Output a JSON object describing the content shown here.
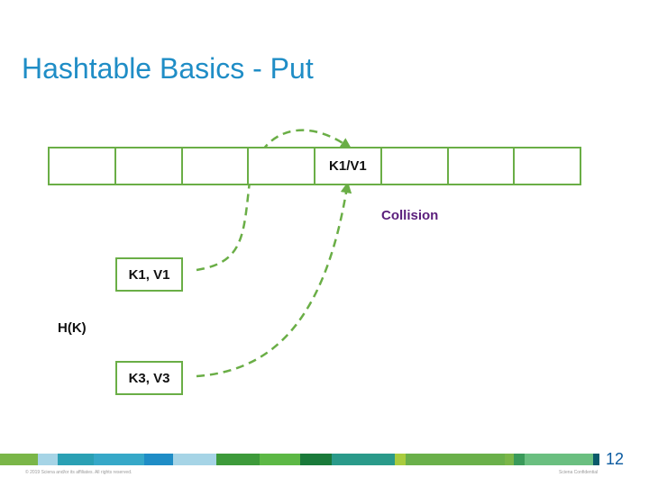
{
  "slide": {
    "title": "Hashtable Basics - Put",
    "collision_label": "Collision",
    "hash_label": "H(K)",
    "page_number": "12",
    "footer_left": "© 2019 Sciena and/or its affiliates. All rights reserved.",
    "footer_right": "Sciena Confidential"
  },
  "table": {
    "cells": [
      "",
      "",
      "",
      "",
      "K1/V1",
      "",
      "",
      ""
    ]
  },
  "entries": [
    {
      "label": "K1, V1"
    },
    {
      "label": "K3, V3"
    }
  ],
  "colors": {
    "title": "#1f8dc6",
    "green": "#6aae46",
    "collision": "#5b1f7c",
    "page_number": "#0a5aa0",
    "bar_segments": [
      "#7ab648",
      "#a6d4e6",
      "#2aa0b4",
      "#36a8c8",
      "#1f8dc6",
      "#a6d4e6",
      "#3d9a3a",
      "#5cb845",
      "#1a7a3a",
      "#2a9a8a",
      "#a9cc3e",
      "#6ab04a",
      "#7ab648",
      "#3a9a5a",
      "#6abf80",
      "#0a5a6a"
    ]
  }
}
